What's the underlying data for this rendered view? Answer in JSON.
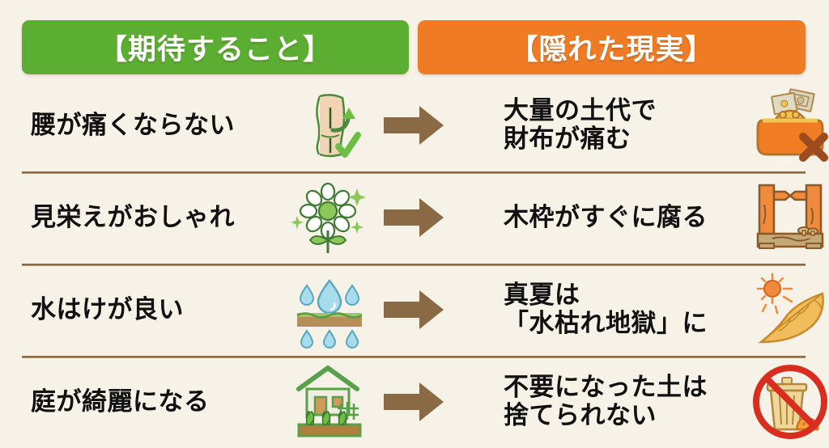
{
  "headers": {
    "left": "【期待すること】",
    "right": "【隠れた現実】",
    "left_color": "#5cae33",
    "right_color": "#ef7c24"
  },
  "theme": {
    "background": "#f7f2e7",
    "text_color": "#111111",
    "separator_color": "#8a6a44",
    "arrow_color": "#8a6a44"
  },
  "rows": [
    {
      "expectation": "腰が痛くならない",
      "expectation_icon": "back-pain-relief-icon",
      "arrow_icon": "right-arrow-icon",
      "reality": "大量の土代で\n財布が痛む",
      "reality_icon": "wallet-money-x-icon"
    },
    {
      "expectation": "見栄えがおしゃれ",
      "expectation_icon": "flower-sparkle-icon",
      "arrow_icon": "right-arrow-icon",
      "reality": "木枠がすぐに腐る",
      "reality_icon": "rotting-wood-frame-icon"
    },
    {
      "expectation": "水はけが良い",
      "expectation_icon": "water-drainage-icon",
      "arrow_icon": "right-arrow-icon",
      "reality": "真夏は\n「水枯れ地獄」に",
      "reality_icon": "sun-withered-leaf-icon"
    },
    {
      "expectation": "庭が綺麗になる",
      "expectation_icon": "house-garden-icon",
      "arrow_icon": "right-arrow-icon",
      "reality": "不要になった土は\n捨てられない",
      "reality_icon": "no-soil-disposal-icon"
    }
  ]
}
